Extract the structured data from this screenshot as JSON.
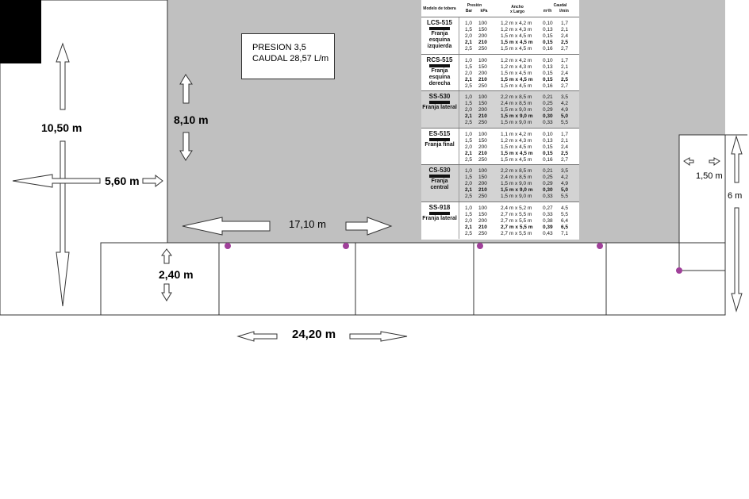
{
  "info_box": {
    "line1": "PRESION 3,5",
    "line2": "CAUDAL 28,57 L/m"
  },
  "dimensions": {
    "height_left": "10,50 m",
    "width_left": "5,60 m",
    "height_grass": "8,10 m",
    "width_grass": "17,10 m",
    "height_strip": "2,40 m",
    "width_total": "24,20 m",
    "right_small": "1,50 m",
    "right_height": "6 m"
  },
  "table": {
    "headers": {
      "model": "Modelo de tobera",
      "pressure": "Presión",
      "bar": "Bar",
      "kpa": "kPa",
      "width": "Ancho",
      "length": "x Largo",
      "flow": "Caudal",
      "m3h": "m³/h",
      "lmin": "l/min"
    },
    "groups": [
      {
        "code": "LCS-515",
        "desc": [
          "Franja",
          "esquina",
          "izquierda"
        ],
        "alt": false,
        "rows": [
          {
            "bar": "1,0",
            "kpa": "100",
            "size": "1,2 m x 4,2 m",
            "m3h": "0,10",
            "lmin": "1,7",
            "bold": false
          },
          {
            "bar": "1,5",
            "kpa": "150",
            "size": "1,2 m x 4,3 m",
            "m3h": "0,13",
            "lmin": "2,1",
            "bold": false
          },
          {
            "bar": "2,0",
            "kpa": "200",
            "size": "1,5 m x 4,5 m",
            "m3h": "0,15",
            "lmin": "2,4",
            "bold": false
          },
          {
            "bar": "2,1",
            "kpa": "210",
            "size": "1,5 m x 4,5 m",
            "m3h": "0,15",
            "lmin": "2,5",
            "bold": true
          },
          {
            "bar": "2,5",
            "kpa": "250",
            "size": "1,5 m x 4,5 m",
            "m3h": "0,16",
            "lmin": "2,7",
            "bold": false
          }
        ]
      },
      {
        "code": "RCS-515",
        "desc": [
          "Franja",
          "esquina",
          "derecha"
        ],
        "alt": false,
        "rows": [
          {
            "bar": "1,0",
            "kpa": "100",
            "size": "1,2 m x 4,2 m",
            "m3h": "0,10",
            "lmin": "1,7",
            "bold": false
          },
          {
            "bar": "1,5",
            "kpa": "150",
            "size": "1,2 m x 4,3 m",
            "m3h": "0,13",
            "lmin": "2,1",
            "bold": false
          },
          {
            "bar": "2,0",
            "kpa": "200",
            "size": "1,5 m x 4,5 m",
            "m3h": "0,15",
            "lmin": "2,4",
            "bold": false
          },
          {
            "bar": "2,1",
            "kpa": "210",
            "size": "1,5 m x 4,5 m",
            "m3h": "0,15",
            "lmin": "2,5",
            "bold": true
          },
          {
            "bar": "2,5",
            "kpa": "250",
            "size": "1,5 m x 4,5 m",
            "m3h": "0,16",
            "lmin": "2,7",
            "bold": false
          }
        ]
      },
      {
        "code": "SS-530",
        "desc": [
          "Franja lateral"
        ],
        "alt": true,
        "rows": [
          {
            "bar": "1,0",
            "kpa": "100",
            "size": "2,2 m x 8,5 m",
            "m3h": "0,21",
            "lmin": "3,5",
            "bold": false
          },
          {
            "bar": "1,5",
            "kpa": "150",
            "size": "2,4 m x 8,5 m",
            "m3h": "0,25",
            "lmin": "4,2",
            "bold": false
          },
          {
            "bar": "2,0",
            "kpa": "200",
            "size": "1,5 m x 9,0 m",
            "m3h": "0,29",
            "lmin": "4,9",
            "bold": false
          },
          {
            "bar": "2,1",
            "kpa": "210",
            "size": "1,5 m x 9,0 m",
            "m3h": "0,30",
            "lmin": "5,0",
            "bold": true
          },
          {
            "bar": "2,5",
            "kpa": "250",
            "size": "1,5 m x 9,0 m",
            "m3h": "0,33",
            "lmin": "5,5",
            "bold": false
          }
        ]
      },
      {
        "code": "ES-515",
        "desc": [
          "Franja final"
        ],
        "alt": false,
        "rows": [
          {
            "bar": "1,0",
            "kpa": "100",
            "size": "1,1 m x 4,2 m",
            "m3h": "0,10",
            "lmin": "1,7",
            "bold": false
          },
          {
            "bar": "1,5",
            "kpa": "150",
            "size": "1,2 m x 4,3 m",
            "m3h": "0,13",
            "lmin": "2,1",
            "bold": false
          },
          {
            "bar": "2,0",
            "kpa": "200",
            "size": "1,5 m x 4,5 m",
            "m3h": "0,15",
            "lmin": "2,4",
            "bold": false
          },
          {
            "bar": "2,1",
            "kpa": "210",
            "size": "1,5 m x 4,5 m",
            "m3h": "0,15",
            "lmin": "2,5",
            "bold": true
          },
          {
            "bar": "2,5",
            "kpa": "250",
            "size": "1,5 m x 4,5 m",
            "m3h": "0,16",
            "lmin": "2,7",
            "bold": false
          }
        ]
      },
      {
        "code": "CS-530",
        "desc": [
          "Franja",
          "central"
        ],
        "alt": true,
        "rows": [
          {
            "bar": "1,0",
            "kpa": "100",
            "size": "2,2 m x 8,5 m",
            "m3h": "0,21",
            "lmin": "3,5",
            "bold": false
          },
          {
            "bar": "1,5",
            "kpa": "150",
            "size": "2,4 m x 8,5 m",
            "m3h": "0,25",
            "lmin": "4,2",
            "bold": false
          },
          {
            "bar": "2,0",
            "kpa": "200",
            "size": "1,5 m x 9,0 m",
            "m3h": "0,29",
            "lmin": "4,9",
            "bold": false
          },
          {
            "bar": "2,1",
            "kpa": "210",
            "size": "1,5 m x 9,0 m",
            "m3h": "0,30",
            "lmin": "5,0",
            "bold": true
          },
          {
            "bar": "2,5",
            "kpa": "250",
            "size": "1,5 m x 9,0 m",
            "m3h": "0,33",
            "lmin": "5,5",
            "bold": false
          }
        ]
      },
      {
        "code": "SS-918",
        "desc": [
          "Franja lateral"
        ],
        "alt": false,
        "rows": [
          {
            "bar": "1,0",
            "kpa": "100",
            "size": "2,4 m x 5,2 m",
            "m3h": "0,27",
            "lmin": "4,5",
            "bold": false
          },
          {
            "bar": "1,5",
            "kpa": "150",
            "size": "2,7 m x 5,5 m",
            "m3h": "0,33",
            "lmin": "5,5",
            "bold": false
          },
          {
            "bar": "2,0",
            "kpa": "200",
            "size": "2,7 m x 5,5 m",
            "m3h": "0,38",
            "lmin": "6,4",
            "bold": false
          },
          {
            "bar": "2,1",
            "kpa": "210",
            "size": "2,7 m x 5,5 m",
            "m3h": "0,39",
            "lmin": "6,5",
            "bold": true
          },
          {
            "bar": "2,5",
            "kpa": "250",
            "size": "2,7 m x 5,5 m",
            "m3h": "0,43",
            "lmin": "7,1",
            "bold": false
          }
        ]
      }
    ]
  },
  "colors": {
    "grass": "#c0c0c0",
    "sprinkler": "#a0409a",
    "line": "#333333"
  }
}
